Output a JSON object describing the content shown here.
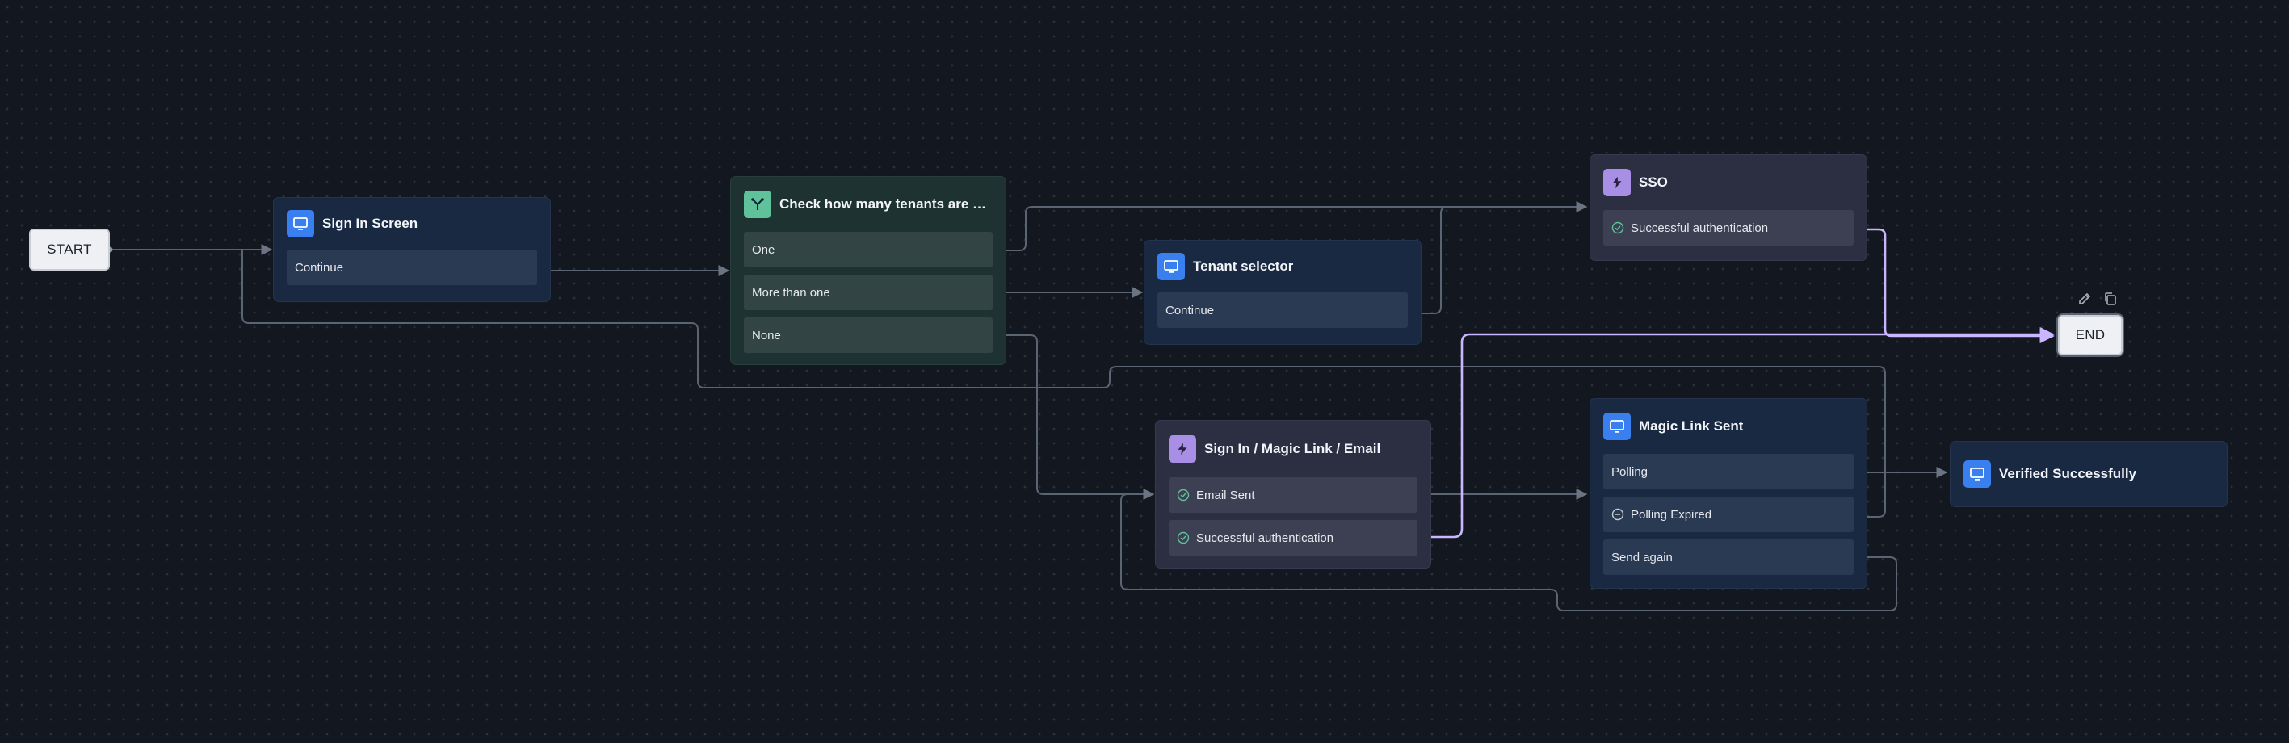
{
  "terminals": {
    "start": "START",
    "end": "END"
  },
  "nodes": {
    "sign_in_screen": {
      "title": "Sign In Screen",
      "icon": "screen-icon",
      "ports": [
        "Continue"
      ]
    },
    "check_tenants": {
      "title": "Check how many tenants are as...",
      "icon": "branch-icon",
      "ports": [
        "One",
        "More than one",
        "None"
      ]
    },
    "tenant_selector": {
      "title": "Tenant selector",
      "icon": "screen-icon",
      "ports": [
        "Continue"
      ]
    },
    "sso": {
      "title": "SSO",
      "icon": "lightning-icon",
      "ports": [
        "Successful authentication"
      ]
    },
    "magic_link_email": {
      "title": "Sign In / Magic Link / Email",
      "icon": "lightning-icon",
      "ports": [
        "Email Sent",
        "Successful authentication"
      ]
    },
    "magic_link_sent": {
      "title": "Magic Link Sent",
      "icon": "screen-icon",
      "ports": [
        "Polling",
        "Polling Expired",
        "Send again"
      ]
    },
    "verified": {
      "title": "Verified Successfully",
      "icon": "screen-icon",
      "ports": []
    }
  },
  "end_toolbar": {
    "edit_icon": "pencil-icon",
    "copy_icon": "duplicate-icon"
  },
  "colors": {
    "background": "#13171f",
    "edge": "#5b6472",
    "highlight_edge": "#c9b6ff",
    "screen_icon": "#3a7ff0",
    "condition_icon": "#5fc29a",
    "action_icon": "#a98ee6",
    "success_check": "#5fc29a"
  }
}
